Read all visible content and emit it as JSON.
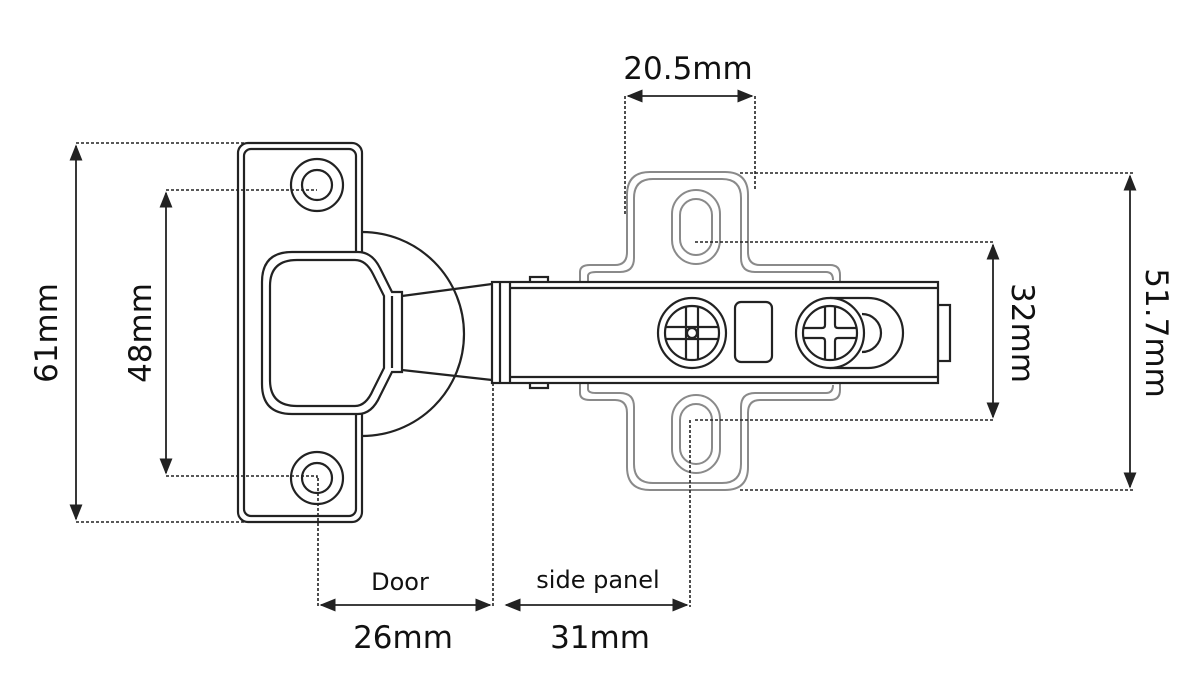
{
  "dimensions": {
    "plate_width": "20.5mm",
    "cup_plate_height": "61mm",
    "hole_spacing_cup": "48mm",
    "slot_spacing": "32mm",
    "mount_plate_height": "51.7mm",
    "door_label": "Door",
    "door_distance": "26mm",
    "side_panel_label": "side panel",
    "side_panel_distance": "31mm"
  },
  "colors": {
    "line": "#222222",
    "plate": "#8a8a8a"
  }
}
